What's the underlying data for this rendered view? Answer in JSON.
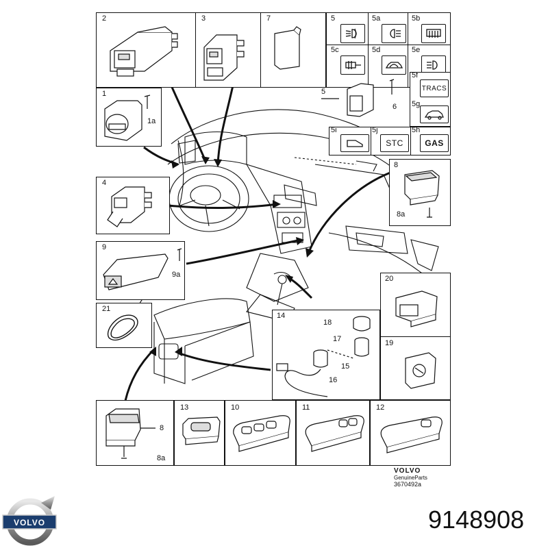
{
  "callouts": {
    "c1": "1",
    "c1a": "1a",
    "c2": "2",
    "c3": "3",
    "c4": "4",
    "c5": "5",
    "c5a": "5a",
    "c5b": "5b",
    "c5c": "5c",
    "c5d": "5d",
    "c5e": "5e",
    "c5f": "5f",
    "c5g": "5g",
    "c5h": "5h",
    "c5i": "5i",
    "c5j": "5j",
    "c5mid": "5",
    "c6": "6",
    "c7": "7",
    "c8": "8",
    "c8a": "8a",
    "c9": "9",
    "c9a": "9a",
    "c10": "10",
    "c11": "11",
    "c12": "12",
    "c13": "13",
    "c14": "14",
    "c15": "15",
    "c16": "16",
    "c17": "17",
    "c18": "18",
    "c19": "19",
    "c20": "20",
    "c21": "21",
    "c8b": "8",
    "c8ab": "8a"
  },
  "switch_labels": {
    "tracs": "TRACS",
    "stc": "STC",
    "gas": "GAS"
  },
  "brand": {
    "name": "VOLVO",
    "sub": "GenuineParts",
    "drawing_no": "3670492a"
  },
  "logo_text": "VOLVO",
  "part_number": "9148908"
}
